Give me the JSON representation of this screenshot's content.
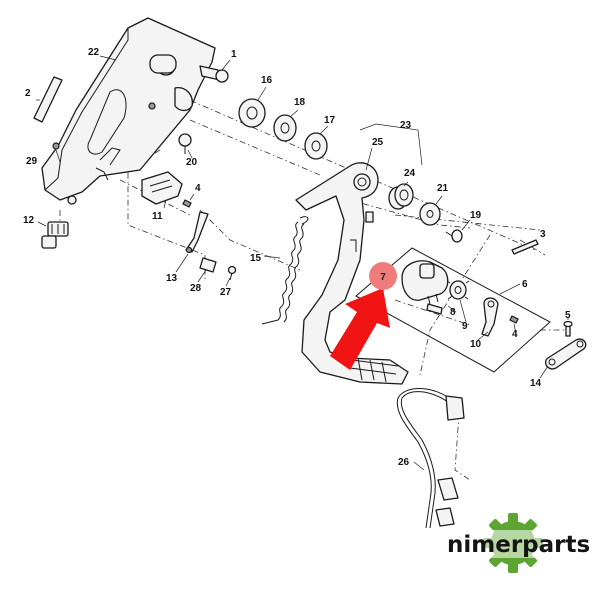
{
  "diagram": {
    "callouts": [
      "1",
      "2",
      "3",
      "4",
      "4",
      "5",
      "6",
      "7",
      "8",
      "9",
      "10",
      "11",
      "12",
      "13",
      "14",
      "15",
      "16",
      "17",
      "18",
      "19",
      "20",
      "21",
      "22",
      "23",
      "24",
      "25",
      "26",
      "27",
      "28",
      "29"
    ],
    "highlight": {
      "label": "7",
      "marker_color": "#ef7b7b",
      "arrow_color": "#f01414"
    }
  },
  "brand": {
    "name": "nimerparts",
    "gear_color": "#5da532"
  }
}
